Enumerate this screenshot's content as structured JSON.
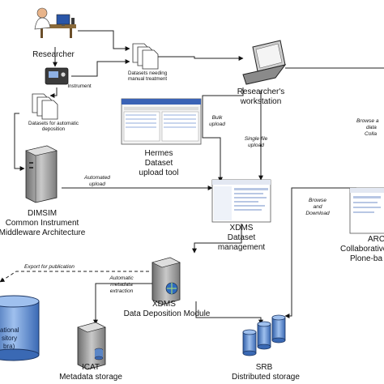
{
  "nodes": {
    "researcher": "Researcher",
    "instrument": "Instrument",
    "datasets_manual": "Datasets needing manual treatment",
    "datasets_auto": "Datasets for automatic deposition",
    "workstation_1": "Researcher's",
    "workstation_2": "workstation",
    "hermes_1": "Hermes",
    "hermes_2": "Dataset",
    "hermes_3": "upload tool",
    "dimsim_1": "DIMSIM",
    "dimsim_2": "Common Instrument",
    "dimsim_3": "Middleware Architecture",
    "xdms_1": "XDMS",
    "xdms_2": "Dataset",
    "xdms_3": "management",
    "ddm_1": "XDMS",
    "ddm_2": "Data Deposition Module",
    "icat_1": "ICAT",
    "icat_2": "Metadata storage",
    "srb_1": "SRB",
    "srb_2": "Distributed storage",
    "arc_1": "ARC",
    "arc_2": "Collaborative",
    "arc_3": "Plone-ba",
    "repo_1": "ational",
    "repo_2": "sitory",
    "repo_3": "bra)"
  },
  "edges": {
    "bulk_upload_1": "Bulk",
    "bulk_upload_2": "upload",
    "single_upload_1": "Single file",
    "single_upload_2": "upload",
    "automated_upload_1": "Automated",
    "automated_upload_2": "upload",
    "browse_collab_1": "Browse a",
    "browse_collab_2": "data",
    "browse_collab_3": "Colla",
    "browse_download_1": "Browse",
    "browse_download_2": "and",
    "browse_download_3": "Download",
    "export_publication": "Export for publication",
    "auto_metadata_1": "Automatic",
    "auto_metadata_2": "metadata",
    "auto_metadata_3": "extraction"
  },
  "colors": {
    "line": "#222222",
    "server_body": "#9a9a9a",
    "db_fill": "#5b86c6",
    "window_title": "#3a62b5",
    "arrow": "#111111"
  }
}
